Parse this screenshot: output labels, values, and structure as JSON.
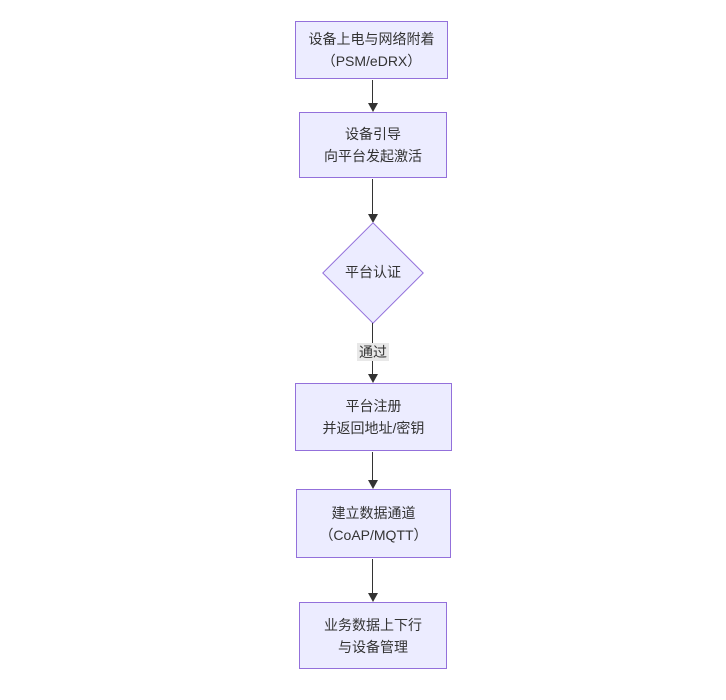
{
  "diagram": {
    "type": "flowchart",
    "direction": "top-down",
    "colors": {
      "node_fill": "#ECECFF",
      "node_border": "#9370DB",
      "text": "#333333",
      "edge": "#333333",
      "edge_label_bg": "#e8e8e8",
      "background": "#ffffff"
    },
    "nodes": [
      {
        "id": "power-attach",
        "shape": "rect",
        "line1": "设备上电与网络附着",
        "line2": "（PSM/eDRX）"
      },
      {
        "id": "bootstrap",
        "shape": "rect",
        "line1": "设备引导",
        "line2": "向平台发起激活"
      },
      {
        "id": "platform-auth",
        "shape": "diamond",
        "line1": "平台认证"
      },
      {
        "id": "platform-register",
        "shape": "rect",
        "line1": "平台注册",
        "line2": "并返回地址/密钥"
      },
      {
        "id": "data-channel",
        "shape": "rect",
        "line1": "建立数据通道",
        "line2": "（CoAP/MQTT）"
      },
      {
        "id": "business-data",
        "shape": "rect",
        "line1": "业务数据上下行",
        "line2": "与设备管理"
      }
    ],
    "edges": [
      {
        "from": "power-attach",
        "to": "bootstrap",
        "label": ""
      },
      {
        "from": "bootstrap",
        "to": "platform-auth",
        "label": ""
      },
      {
        "from": "platform-auth",
        "to": "platform-register",
        "label": "通过"
      },
      {
        "from": "platform-register",
        "to": "data-channel",
        "label": ""
      },
      {
        "from": "data-channel",
        "to": "business-data",
        "label": ""
      }
    ]
  }
}
